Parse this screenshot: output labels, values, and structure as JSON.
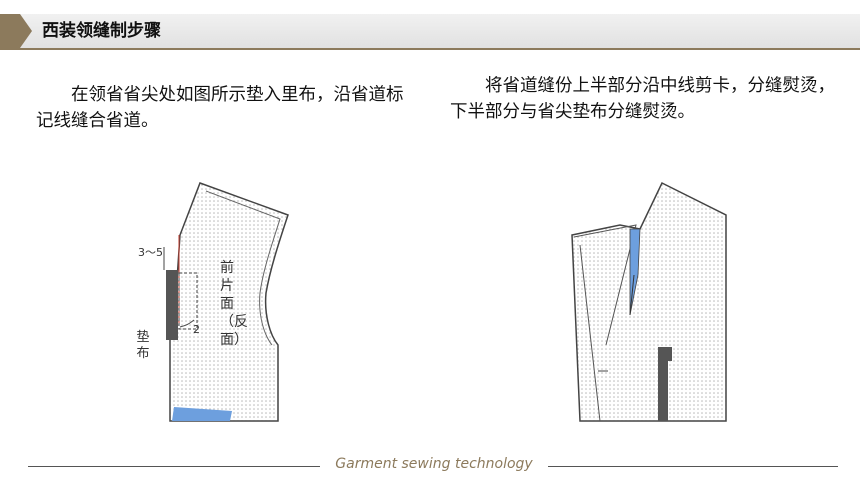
{
  "header": {
    "title": "西装领缝制步骤"
  },
  "steps": [
    {
      "text": "在领省省尖处如图所示垫入里布，沿省道标记线缝合省道。"
    },
    {
      "text": "将省道缝份上半部分沿中线剪卡，分缝熨烫，下半部分与省尖垫布分缝熨烫。"
    }
  ],
  "figure_left": {
    "dim_label": "3～5",
    "pad_label": "垫布",
    "num_label": "2",
    "piece_label": "前片面（反面）"
  },
  "footer": {
    "text": "Garment sewing technology"
  },
  "colors": {
    "accent": "#8c7a5c",
    "pad_blue": "#6d9fde",
    "pad_dark": "#555555"
  }
}
